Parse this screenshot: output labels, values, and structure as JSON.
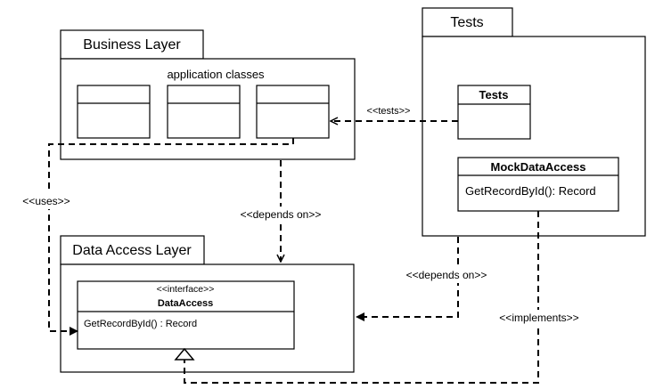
{
  "packages": {
    "business": {
      "tab": "Business Layer",
      "caption": "application classes"
    },
    "tests": {
      "tab": "Tests"
    },
    "data_access": {
      "tab": "Data Access Layer"
    }
  },
  "classes": {
    "tests": {
      "name": "Tests"
    },
    "mock": {
      "name": "MockDataAccess",
      "method": "GetRecordById(): Record"
    },
    "data_access": {
      "stereotype": "<<interface>>",
      "name": "DataAccess",
      "method": "GetRecordById() : Record"
    }
  },
  "relations": {
    "tests": "<<tests>>",
    "uses": "<<uses>>",
    "depends_on_business": "<<depends on>>",
    "depends_on_tests": "<<depends on>>",
    "implements": "<<implements>>"
  }
}
